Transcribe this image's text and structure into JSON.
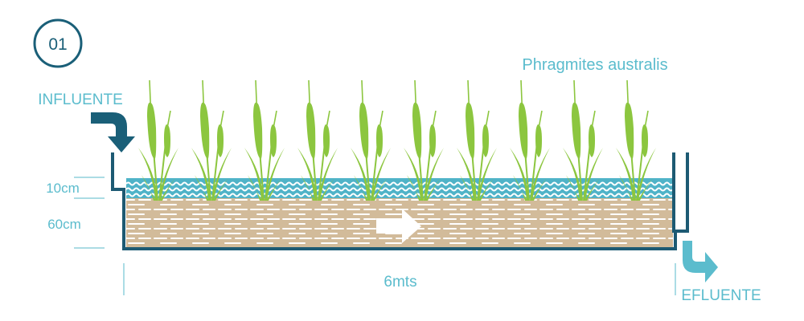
{
  "step_number": "01",
  "species_label": "Phragmites australis",
  "inlet_label": "INFLUENTE",
  "outlet_label": "EFLUENTE",
  "water_depth_label": "10cm",
  "substrate_depth_label": "60cm",
  "length_label": "6mts",
  "plant_count": 10,
  "colors": {
    "dark_teal": "#1a5f78",
    "light_teal": "#5bbccd",
    "water": "#4fb3c8",
    "substrate": "#d2bb9a",
    "plant_green": "#8cc63f",
    "outline": "#1d5a73"
  },
  "icons": [
    "step-badge-icon",
    "inlet-arrow-icon",
    "outlet-arrow-icon",
    "flow-arrow-icon",
    "reed-plant-icon"
  ]
}
